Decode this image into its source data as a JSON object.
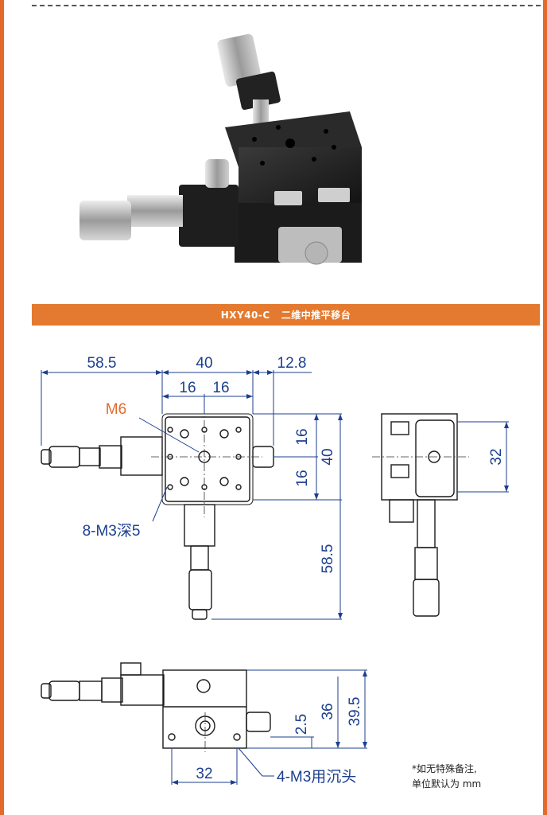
{
  "banner": {
    "model": "HXY40-C",
    "title": "二维中推平移台"
  },
  "top_view": {
    "dim_left": "58.5",
    "dim_width": "40",
    "dim_right": "12.8",
    "dim_half_a": "16",
    "dim_half_b": "16",
    "center_hole": "M6",
    "dim_v_top": "16",
    "dim_v_height": "40",
    "dim_v_bottom": "16",
    "dim_micrometer": "58.5",
    "mount_holes": "8-M3深5"
  },
  "side_view": {
    "dim_height": "32"
  },
  "front_view": {
    "dim_offset": "2.5",
    "dim_height": "36",
    "dim_total": "39.5",
    "dim_base": "32",
    "counterbore": "4-M3用沉头"
  },
  "note": {
    "line1": "*如无特殊备注,",
    "line2": "单位默认为 mm"
  },
  "colors": {
    "accent": "#e36a2a",
    "dimension": "#1c3f8f"
  }
}
